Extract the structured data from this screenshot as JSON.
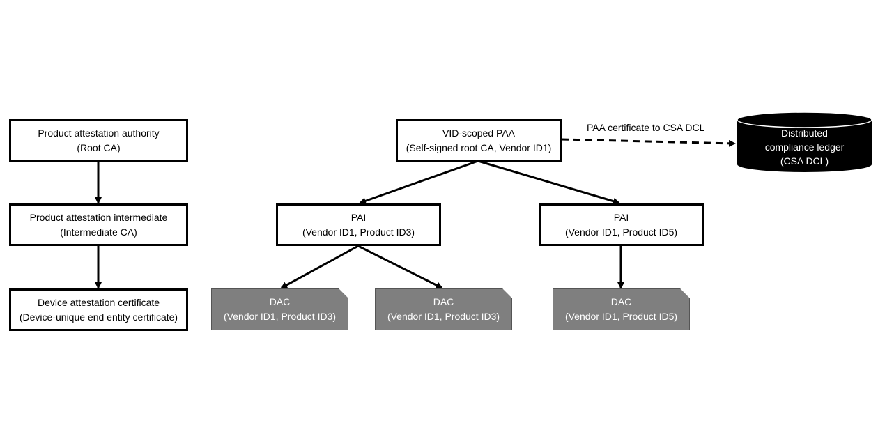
{
  "left_chain": {
    "paa": {
      "line1": "Product attestation authority",
      "line2": "(Root CA)"
    },
    "pai": {
      "line1": "Product attestation intermediate",
      "line2": "(Intermediate CA)"
    },
    "dac": {
      "line1": "Device attestation certificate",
      "line2": "(Device-unique end entity certificate)"
    }
  },
  "tree": {
    "paa": {
      "line1": "VID-scoped PAA",
      "line2": "(Self-signed root CA, Vendor ID1)"
    },
    "pai_left": {
      "line1": "PAI",
      "line2": "(Vendor ID1, Product ID3)"
    },
    "pai_right": {
      "line1": "PAI",
      "line2": "(Vendor ID1, Product ID5)"
    },
    "dac1": {
      "line1": "DAC",
      "line2": "(Vendor ID1, Product ID3)"
    },
    "dac2": {
      "line1": "DAC",
      "line2": "(Vendor ID1, Product ID3)"
    },
    "dac3": {
      "line1": "DAC",
      "line2": "(Vendor ID1, Product ID5)"
    }
  },
  "dcl": {
    "line1": "Distributed",
    "line2": "compliance ledger",
    "line3": "(CSA DCL)",
    "edge_label": "PAA certificate to CSA DCL"
  },
  "colors": {
    "stroke": "#000000",
    "dac_fill": "#7f7f7f",
    "dcl_fill": "#000000",
    "text_on_dark": "#ffffff"
  }
}
